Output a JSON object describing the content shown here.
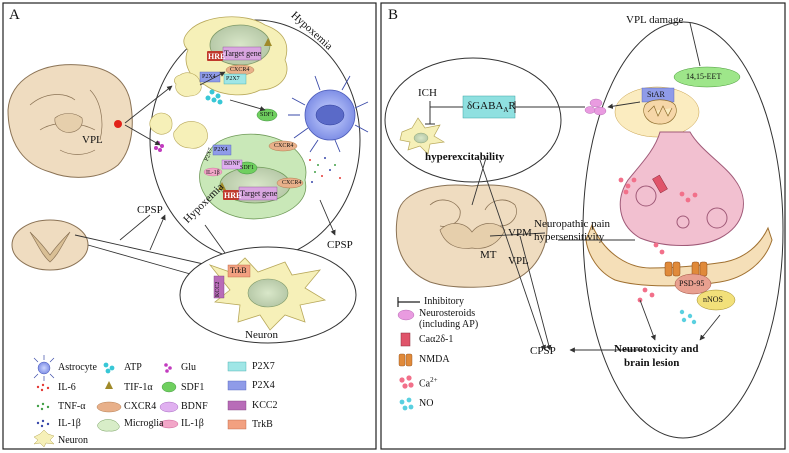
{
  "panel_a": {
    "letter": "A",
    "vpl": "VPL",
    "hypoxemia_top": "Hypoxemia",
    "hypoxemia_bottom": "Hypoxemia",
    "cpsp_left": "CPSP",
    "cpsp_right": "CPSP",
    "neuron": "Neuron",
    "hre_top": "HRE",
    "target_gene_top": "Target gene",
    "hre_bottom": "HRE",
    "target_gene_bottom": "Target gene",
    "p2x4_top": "P2X4",
    "p2x7_top": "P2X7",
    "cxcr4_top": "CXCR4",
    "sdf1_top": "SDF1",
    "cxcr4_mid": "CXCR4",
    "sdf1_bottom": "SDF1",
    "bdnf": "BDNF",
    "p2x4_mid": "P2X4",
    "p2x7_mid": "P2X7",
    "il1b_small": "IL-1β",
    "cxcr4_bottom": "CXCR4",
    "kcc2": "KCC2",
    "trkb": "TrkB"
  },
  "legend_a": [
    {
      "icon": "astrocyte-icon",
      "label": "Astrocyte"
    },
    {
      "icon": "il6-icon",
      "label": "IL-6"
    },
    {
      "icon": "tnf-icon",
      "label": "TNF-α"
    },
    {
      "icon": "il1b-icon",
      "label": "IL-1β"
    },
    {
      "icon": "neuron-icon",
      "label": "Neuron"
    },
    {
      "icon": "atp-icon",
      "label": "ATP"
    },
    {
      "icon": "tif1a-icon",
      "label": "TIF-1α"
    },
    {
      "icon": "cxcr4-icon",
      "label": "CXCR4"
    },
    {
      "icon": "microglia-icon",
      "label": "Microglia"
    },
    {
      "icon": "glu-icon",
      "label": "Glu"
    },
    {
      "icon": "sdf1-icon",
      "label": "SDF1"
    },
    {
      "icon": "bdnf-icon",
      "label": "BDNF"
    },
    {
      "icon": "il1b-membrane-icon",
      "label": "IL-1β"
    },
    {
      "icon": "p2x7-icon",
      "label": "P2X7"
    },
    {
      "icon": "p2x4-icon",
      "label": "P2X4"
    },
    {
      "icon": "kcc2-icon",
      "label": "KCC2"
    },
    {
      "icon": "trkb-icon",
      "label": "TrkB"
    }
  ],
  "panel_b": {
    "letter": "B",
    "ich": "ICH",
    "gaba": "δGABA",
    "gaba_sub": "A",
    "gaba_r": "R",
    "hyperexcitability": "hyperexcitability",
    "vpl_damage": "VPL damage",
    "eet": "14,15-EET",
    "star": "StAR",
    "neuropathic": "Neuropathic pain",
    "hypersensitivity": "hypersensitivity",
    "vpm": "VPM",
    "mt": "MT",
    "vpl": "VPL",
    "psd95": "PSD-95",
    "nnos": "nNOS",
    "neurotoxicity": "Neurotoxicity and",
    "brain_lesion": "brain lesion",
    "cpsp": "CPSP"
  },
  "legend_b": {
    "inhibitory": "Inhibitory",
    "neurosteroids": "Neurosteroids",
    "neurosteroids_sub": "(including AP)",
    "ca_channel": "Caα2δ-1",
    "nmda": "NMDA",
    "ca": "Ca",
    "ca_sup": "2+",
    "no": "NO"
  }
}
